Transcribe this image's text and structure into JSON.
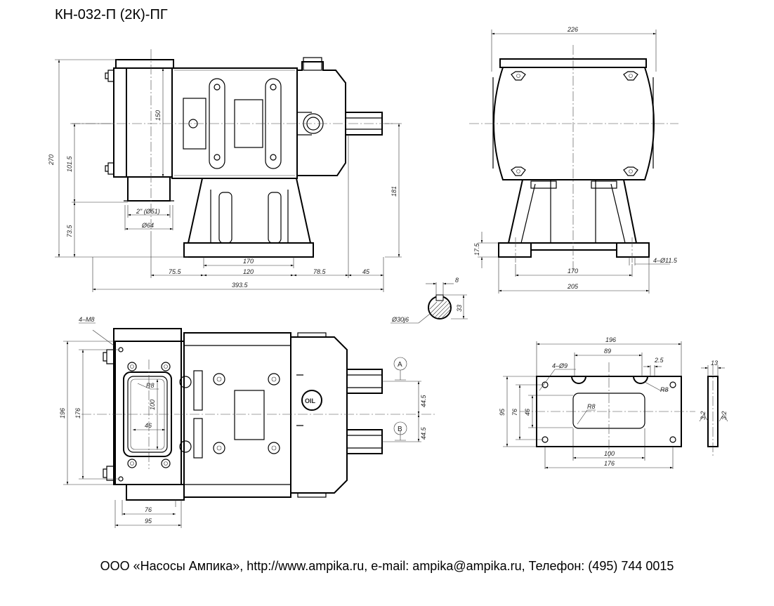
{
  "title": "КН-032-П (2К)-ПГ",
  "footer": "ООО «Насосы Ампика», http://www.ampika.ru, e-mail: ampika@ampika.ru, Телефон: (495) 744 0015",
  "dims": {
    "front": {
      "h270": "270",
      "h150": "150",
      "h101": "101.5",
      "h73": "73.5",
      "h181": "181",
      "d2in": "2\" (Ø51)",
      "d64": "Ø64",
      "w170": "170",
      "w75": "75.5",
      "w120": "120",
      "w78": "78.5",
      "w45": "45",
      "w393": "393.5"
    },
    "side": {
      "w226": "226",
      "h17": "17.5",
      "w170": "170",
      "w205": "205",
      "holes": "4–Ø11.5"
    },
    "shaft": {
      "k8": "8",
      "k33": "33",
      "d30": "Ø30j6"
    },
    "top": {
      "m8": "4–M8",
      "h196": "196",
      "h176": "176",
      "r8": "R8",
      "h100": "100",
      "w46": "46",
      "w76": "76",
      "w95": "95",
      "a": "A",
      "b": "B",
      "h44a": "44.5",
      "h44b": "44.5"
    },
    "flange": {
      "w196": "196",
      "w89": "89",
      "holes": "4–Ø9",
      "w2": "2.5",
      "h95": "95",
      "h76": "76",
      "h46": "46",
      "r8a": "R8",
      "r8b": "R8",
      "w100": "100",
      "w176": "176",
      "t13": "13",
      "r32a": "3.2",
      "r32b": "3.2"
    }
  }
}
